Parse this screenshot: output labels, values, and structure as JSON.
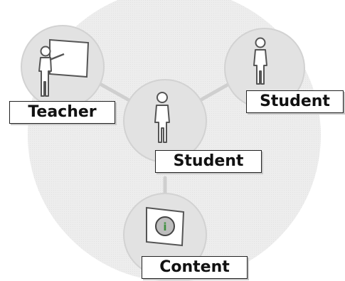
{
  "colors": {
    "background_disc": "#ececec",
    "node_fill": "#e2e2e2",
    "node_ring": "#d2d2d2",
    "connector": "#cfcfcf",
    "figure_stroke": "#555555",
    "label_border": "#222222",
    "accent_green": "#3d8f3d"
  },
  "nodes": {
    "teacher": {
      "label": "Teacher",
      "icon": "teacher-presenting-icon"
    },
    "student_center": {
      "label": "Student",
      "icon": "student-figure-icon"
    },
    "student_right": {
      "label": "Student",
      "icon": "student-figure-icon"
    },
    "content": {
      "label": "Content",
      "icon": "content-page-icon"
    }
  }
}
